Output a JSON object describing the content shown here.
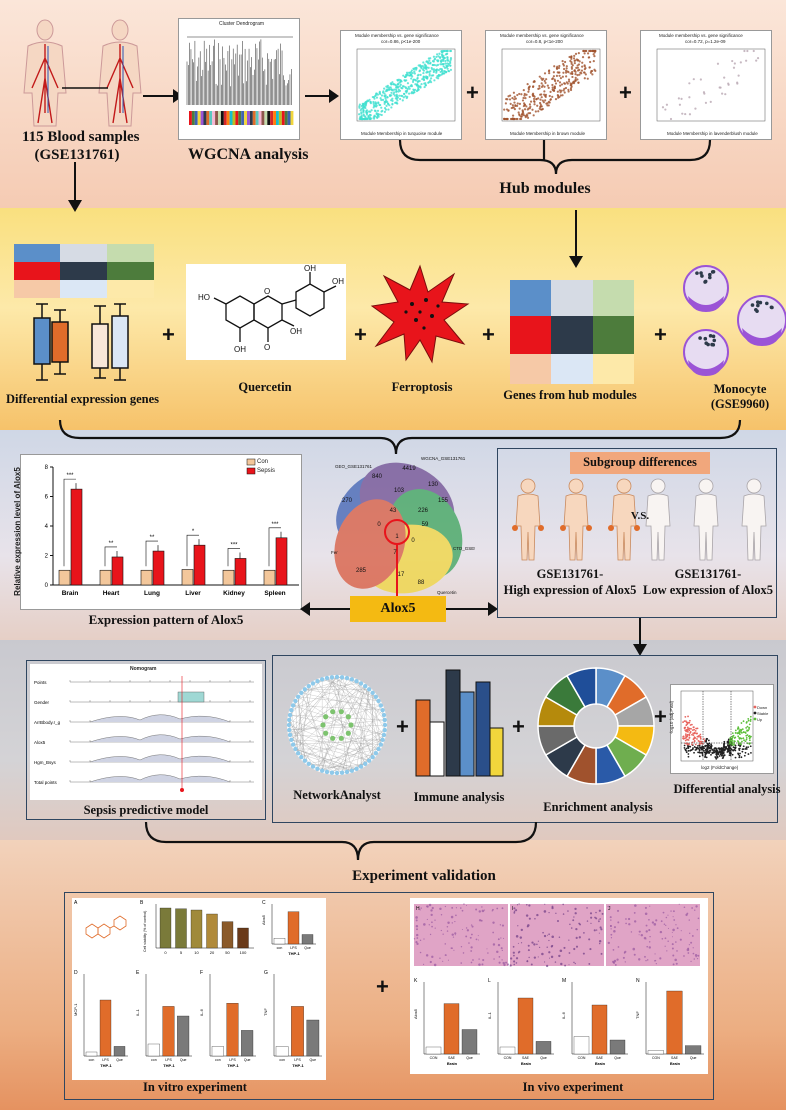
{
  "top": {
    "samples_line1": "115 Blood samples",
    "samples_line2": "(GSE131761)",
    "wgcna": "WGCNA analysis",
    "dendro_title": "Cluster Dendrogram",
    "scatter1_title": "Module membership vs. gene significance",
    "scatter1_sub": "cor=0.86, p<1e-200",
    "scatter1_x": "Module Membership in turquoise module",
    "scatter2_title": "Module membership vs. gene significance",
    "scatter2_sub": "cor=0.8, p<1e-200",
    "scatter2_x": "Module Membership in brown module",
    "scatter3_title": "Module membership vs. gene significance",
    "scatter3_sub": "cor=0.72, p=1.2e-09",
    "scatter3_x": "Module Membership in lavenderblush module",
    "hub_modules": "Hub modules"
  },
  "middle": {
    "deg": "Differential expression genes",
    "quercetin": "Quercetin",
    "ferroptosis": "Ferroptosis",
    "genes_hub": "Genes from hub modules",
    "monocyte_line1": "Monocyte",
    "monocyte_line2": "(GSE9960)",
    "colors": {
      "blue": "#5b8fc9",
      "red": "#e8141b",
      "dark": "#2d3a4a",
      "green": "#4d7c3c",
      "lightgreen": "#c5dcae",
      "peach": "#f6c9a7",
      "lightgray": "#d6dbe4",
      "lightblue": "#dbe7f5",
      "orange": "#e06c2a",
      "purple": "#9b54d6"
    }
  },
  "expression": {
    "ylabel": "Relative expression level of Alox5",
    "legend_con": "Con",
    "legend_sepsis": "Sepsis",
    "caption": "Expression pattern of Alox5",
    "chart_data": {
      "type": "bar",
      "categories": [
        "Brain",
        "Heart",
        "Lung",
        "Liver",
        "Kidney",
        "Spleen"
      ],
      "series": [
        {
          "name": "Con",
          "values": [
            1,
            1,
            1,
            1.05,
            1,
            1
          ],
          "color": "#f3c79b"
        },
        {
          "name": "Sepsis",
          "values": [
            6.5,
            1.9,
            2.3,
            2.7,
            1.8,
            3.2
          ],
          "color": "#e8141b"
        }
      ],
      "ylim": [
        0,
        8
      ],
      "yticks": [
        0,
        2,
        4,
        6,
        8
      ],
      "significance": [
        "***",
        "**",
        "**",
        "*",
        "***",
        "***"
      ]
    }
  },
  "venn": {
    "sets": [
      "GEO_GSE131761",
      "WGCNA_GSE131761",
      "CTD_GSE9960",
      "Quercetin",
      "Fer"
    ],
    "numbers": [
      "270",
      "840",
      "4419",
      "1",
      "155",
      "285",
      "17",
      "88",
      "7",
      "103",
      "130",
      "59",
      "43",
      "0",
      "0",
      "226"
    ],
    "center": "Alox5"
  },
  "subgroup": {
    "title": "Subgroup differences",
    "vs": "V.S.",
    "high_line1": "GSE131761-",
    "high_line2": "High expression of Alox5",
    "low_line1": "GSE131761-",
    "low_line2": "Low expression of Alox5"
  },
  "lower": {
    "nomogram_title": "Nomogram",
    "nomogram_rows": [
      "Points",
      "Gender",
      "ArrBbody.r_g",
      "Alox5",
      "Hgm_Bsys",
      "Total points"
    ],
    "predictive": "Sepsis predictive model",
    "network": "NetworkAnalyst",
    "immune": "Immune analysis",
    "enrichment": "Enrichment analysis",
    "differential": "Differential analysis",
    "volcano_x": "log2 (FoldChange)",
    "volcano_y": "-log10 (adj.PVal)",
    "volcano_legend": [
      "Down",
      "Stable",
      "Up"
    ]
  },
  "validation": {
    "title": "Experiment validation",
    "in_vitro": "In vitro experiment",
    "in_vivo": "In vivo experiment",
    "panel_letters": [
      "A",
      "B",
      "C",
      "D",
      "E",
      "F",
      "G",
      "H",
      "I",
      "J",
      "K",
      "L",
      "M",
      "N"
    ],
    "cell_viability_label": "Cell viability (% of control)",
    "cell_viability_x": [
      "0",
      "5",
      "10",
      "20",
      "50",
      "100"
    ],
    "thp": "THP-1",
    "brain": "Brain",
    "vitro_groups": [
      "con",
      "LPS",
      "Que"
    ],
    "vivo_groups": [
      "CON",
      "SAE",
      "Que"
    ],
    "vitro_markers": [
      "Alox5",
      "MCP-1",
      "IL-1",
      "IL-6",
      "TNF"
    ],
    "vivo_markers": [
      "Alox5",
      "IL-1",
      "IL-6",
      "TNF"
    ]
  }
}
